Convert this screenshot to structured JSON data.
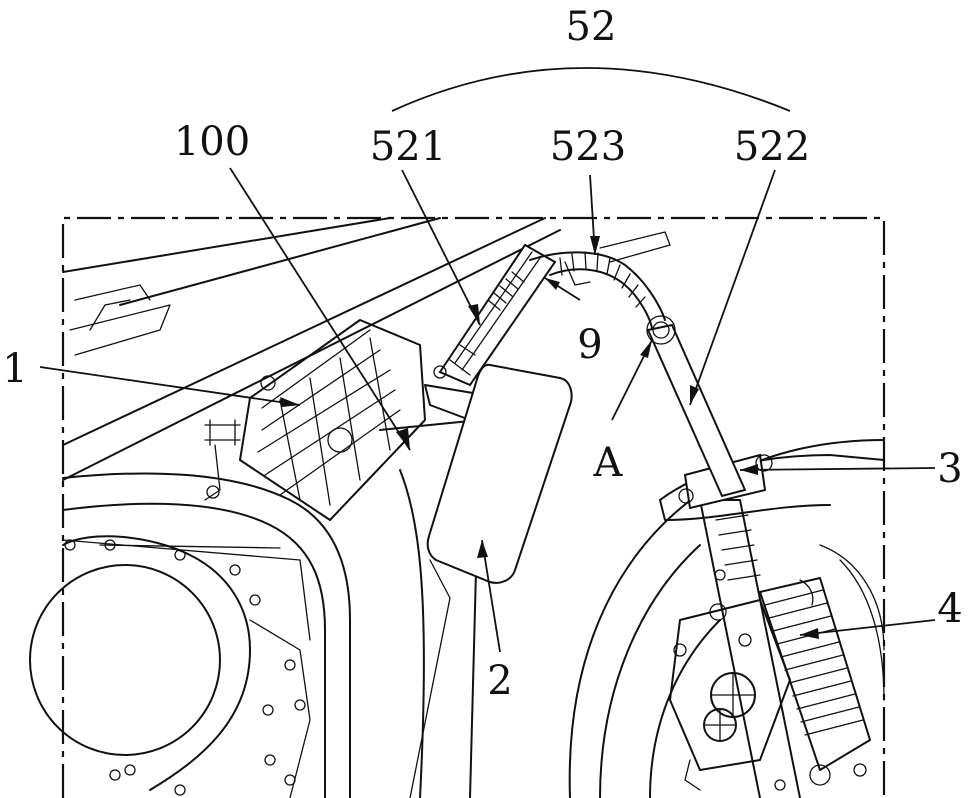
{
  "labels": {
    "ref_52": "52",
    "ref_100": "100",
    "ref_521": "521",
    "ref_523": "523",
    "ref_522": "522",
    "ref_9": "9",
    "ref_1": "1",
    "ref_A": "A",
    "ref_3": "3",
    "ref_4": "4",
    "ref_2": "2"
  }
}
